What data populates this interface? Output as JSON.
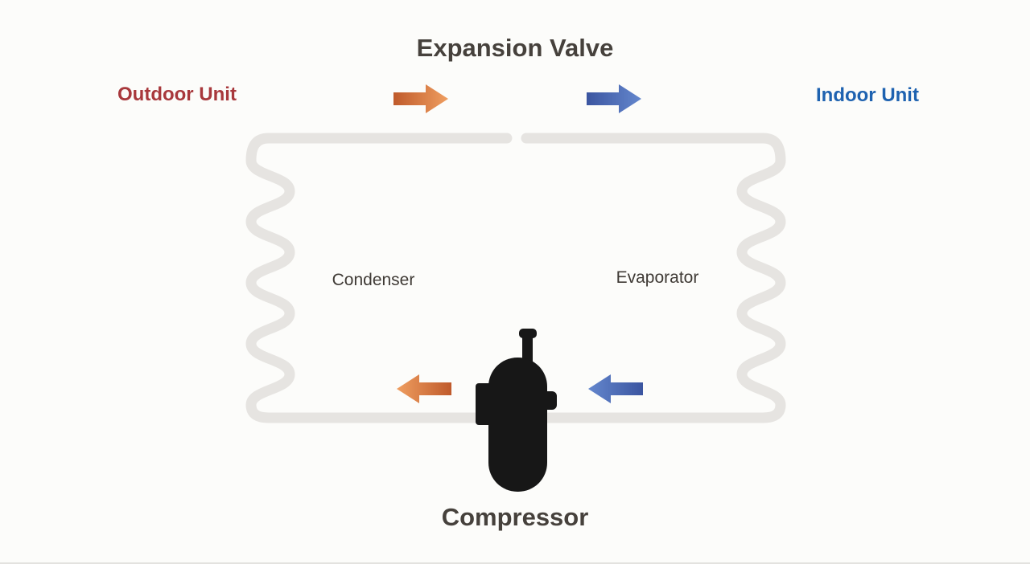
{
  "labels": {
    "expansion_valve": "Expansion Valve",
    "outdoor_unit": "Outdoor Unit",
    "indoor_unit": "Indoor Unit",
    "condenser": "Condenser",
    "evaporator": "Evaporator",
    "compressor": "Compressor"
  },
  "colors": {
    "canvas_bg": "#fcfcfa",
    "title": "#46413c",
    "section_label": "#3f3a35",
    "outdoor_unit": "#a8383c",
    "indoor_unit": "#1e62b0",
    "pipe": "#e6e4e1",
    "compressor_body": "#171717",
    "arrow_orange_dark": "#bf5a2b",
    "arrow_orange_light": "#ef9e60",
    "arrow_blue_dark": "#3b55a0",
    "arrow_blue_light": "#6487cd"
  },
  "icons": {
    "compressor": "compressor-tank-icon",
    "flow_arrows": [
      {
        "name": "hot-flow-arrow-top",
        "direction": "right",
        "color": "orange"
      },
      {
        "name": "cold-flow-arrow-top",
        "direction": "right",
        "color": "blue"
      },
      {
        "name": "hot-flow-arrow-bottom",
        "direction": "left",
        "color": "orange"
      },
      {
        "name": "cold-flow-arrow-bottom",
        "direction": "left",
        "color": "blue"
      }
    ]
  }
}
